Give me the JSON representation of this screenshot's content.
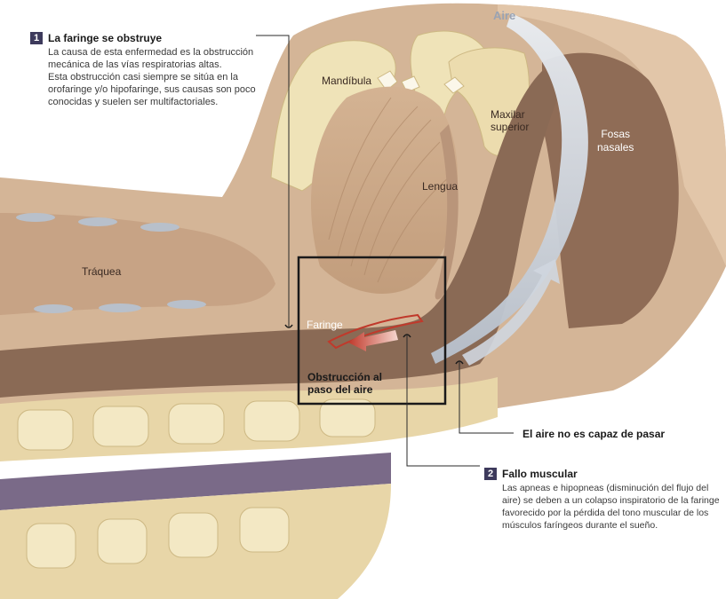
{
  "steps": [
    {
      "number": "1",
      "title": "La faringe se obstruye",
      "lines": [
        "La causa de esta enfermedad es la obstrucción",
        "mecánica de las vías respiratorias altas.",
        "Esta obstrucción casi siempre se sitúa en la",
        "orofaringe y/o hipofaringe, sus causas son poco",
        "conocidas y suelen ser multifactoriales."
      ]
    },
    {
      "number": "2",
      "title": "Fallo muscular",
      "lines": [
        "Las apneas e hipopneas (disminución del flujo del",
        "aire) se deben a un colapso inspiratorio de la faringe",
        "favorecido  por la pérdida del tono muscular de los",
        "músculos faríngeos durante el sueño."
      ]
    }
  ],
  "labels": {
    "aire": "Aire",
    "mandibula": "Mandíbula",
    "maxilar_line1": "Maxilar",
    "maxilar_line2": "superior",
    "fosas_line1": "Fosas",
    "fosas_line2": "nasales",
    "lengua": "Lengua",
    "traquea": "Tráquea",
    "faringe": "Faringe",
    "obstruccion_line1": "Obstrucción al",
    "obstruccion_line2": "paso del aire",
    "aire_no_pasa": "El aire no es capaz de pasar"
  },
  "colors": {
    "tissue": "#c9a88a",
    "tissue_light": "#dcc1a6",
    "airway": "#8a6a55",
    "bone": "#efe3b8",
    "bone_dark": "#d9c68f",
    "air_flow": "#c5ccd6",
    "obstruction": "#c0392b",
    "badge": "#3d3a5c"
  }
}
